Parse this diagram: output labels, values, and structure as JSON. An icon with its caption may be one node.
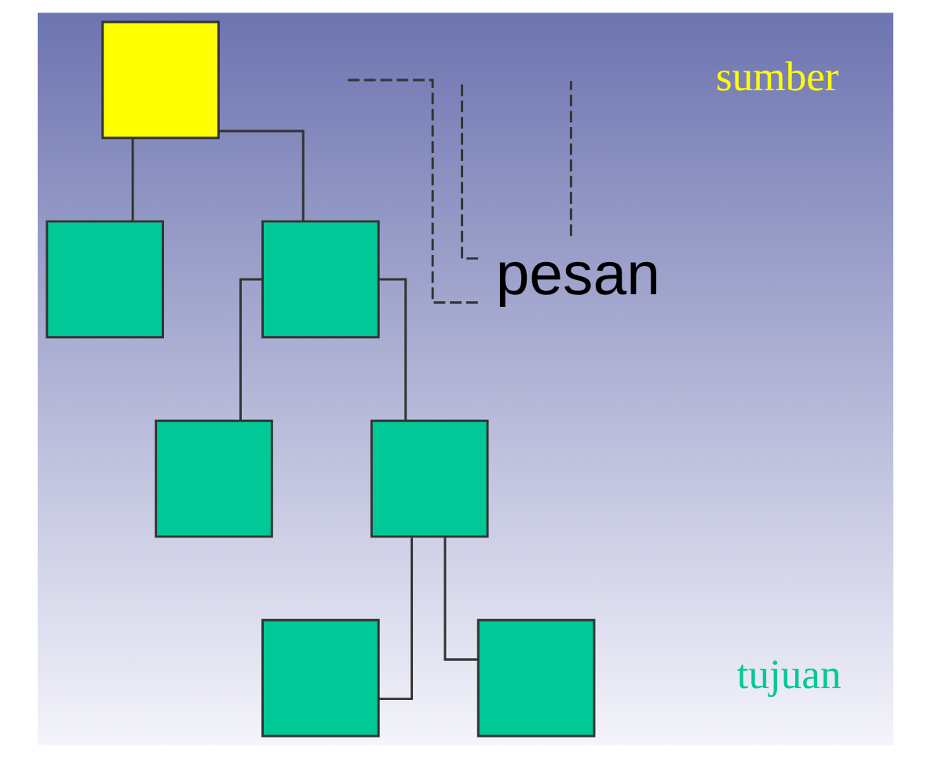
{
  "diagram": {
    "nodes": [
      {
        "text": [],
        "shape": "box"
      },
      {
        "text": [],
        "shape": "box"
      },
      {
        "text": [],
        "shape": "box"
      },
      {
        "text": [],
        "shape": "box"
      },
      {
        "text": [],
        "shape": "box"
      },
      {
        "text": [],
        "shape": "box"
      },
      {
        "text": [],
        "shape": "box"
      },
      {
        "text": [
          "pesan"
        ]
      }
    ],
    "edges": [
      {
        "from": 0,
        "to": 1,
        "arrow": "none"
      },
      {
        "from": 0,
        "to": 2,
        "arrow": "none"
      },
      {
        "from": 2,
        "to": 3,
        "arrow": "none"
      },
      {
        "from": 2,
        "to": 4,
        "arrow": "none"
      },
      {
        "from": 4,
        "to": 5,
        "arrow": "none"
      },
      {
        "from": 4,
        "to": 6,
        "arrow": "none"
      },
      {
        "from": 7,
        "to": null,
        "arrow": "none",
        "style": "dashed"
      },
      {
        "from": 7,
        "to": null,
        "arrow": "none",
        "style": "dashed"
      },
      {
        "from": 7,
        "to": null,
        "arrow": "none",
        "style": "dashed"
      }
    ],
    "labels": [
      "sumber",
      "tujuan"
    ]
  }
}
